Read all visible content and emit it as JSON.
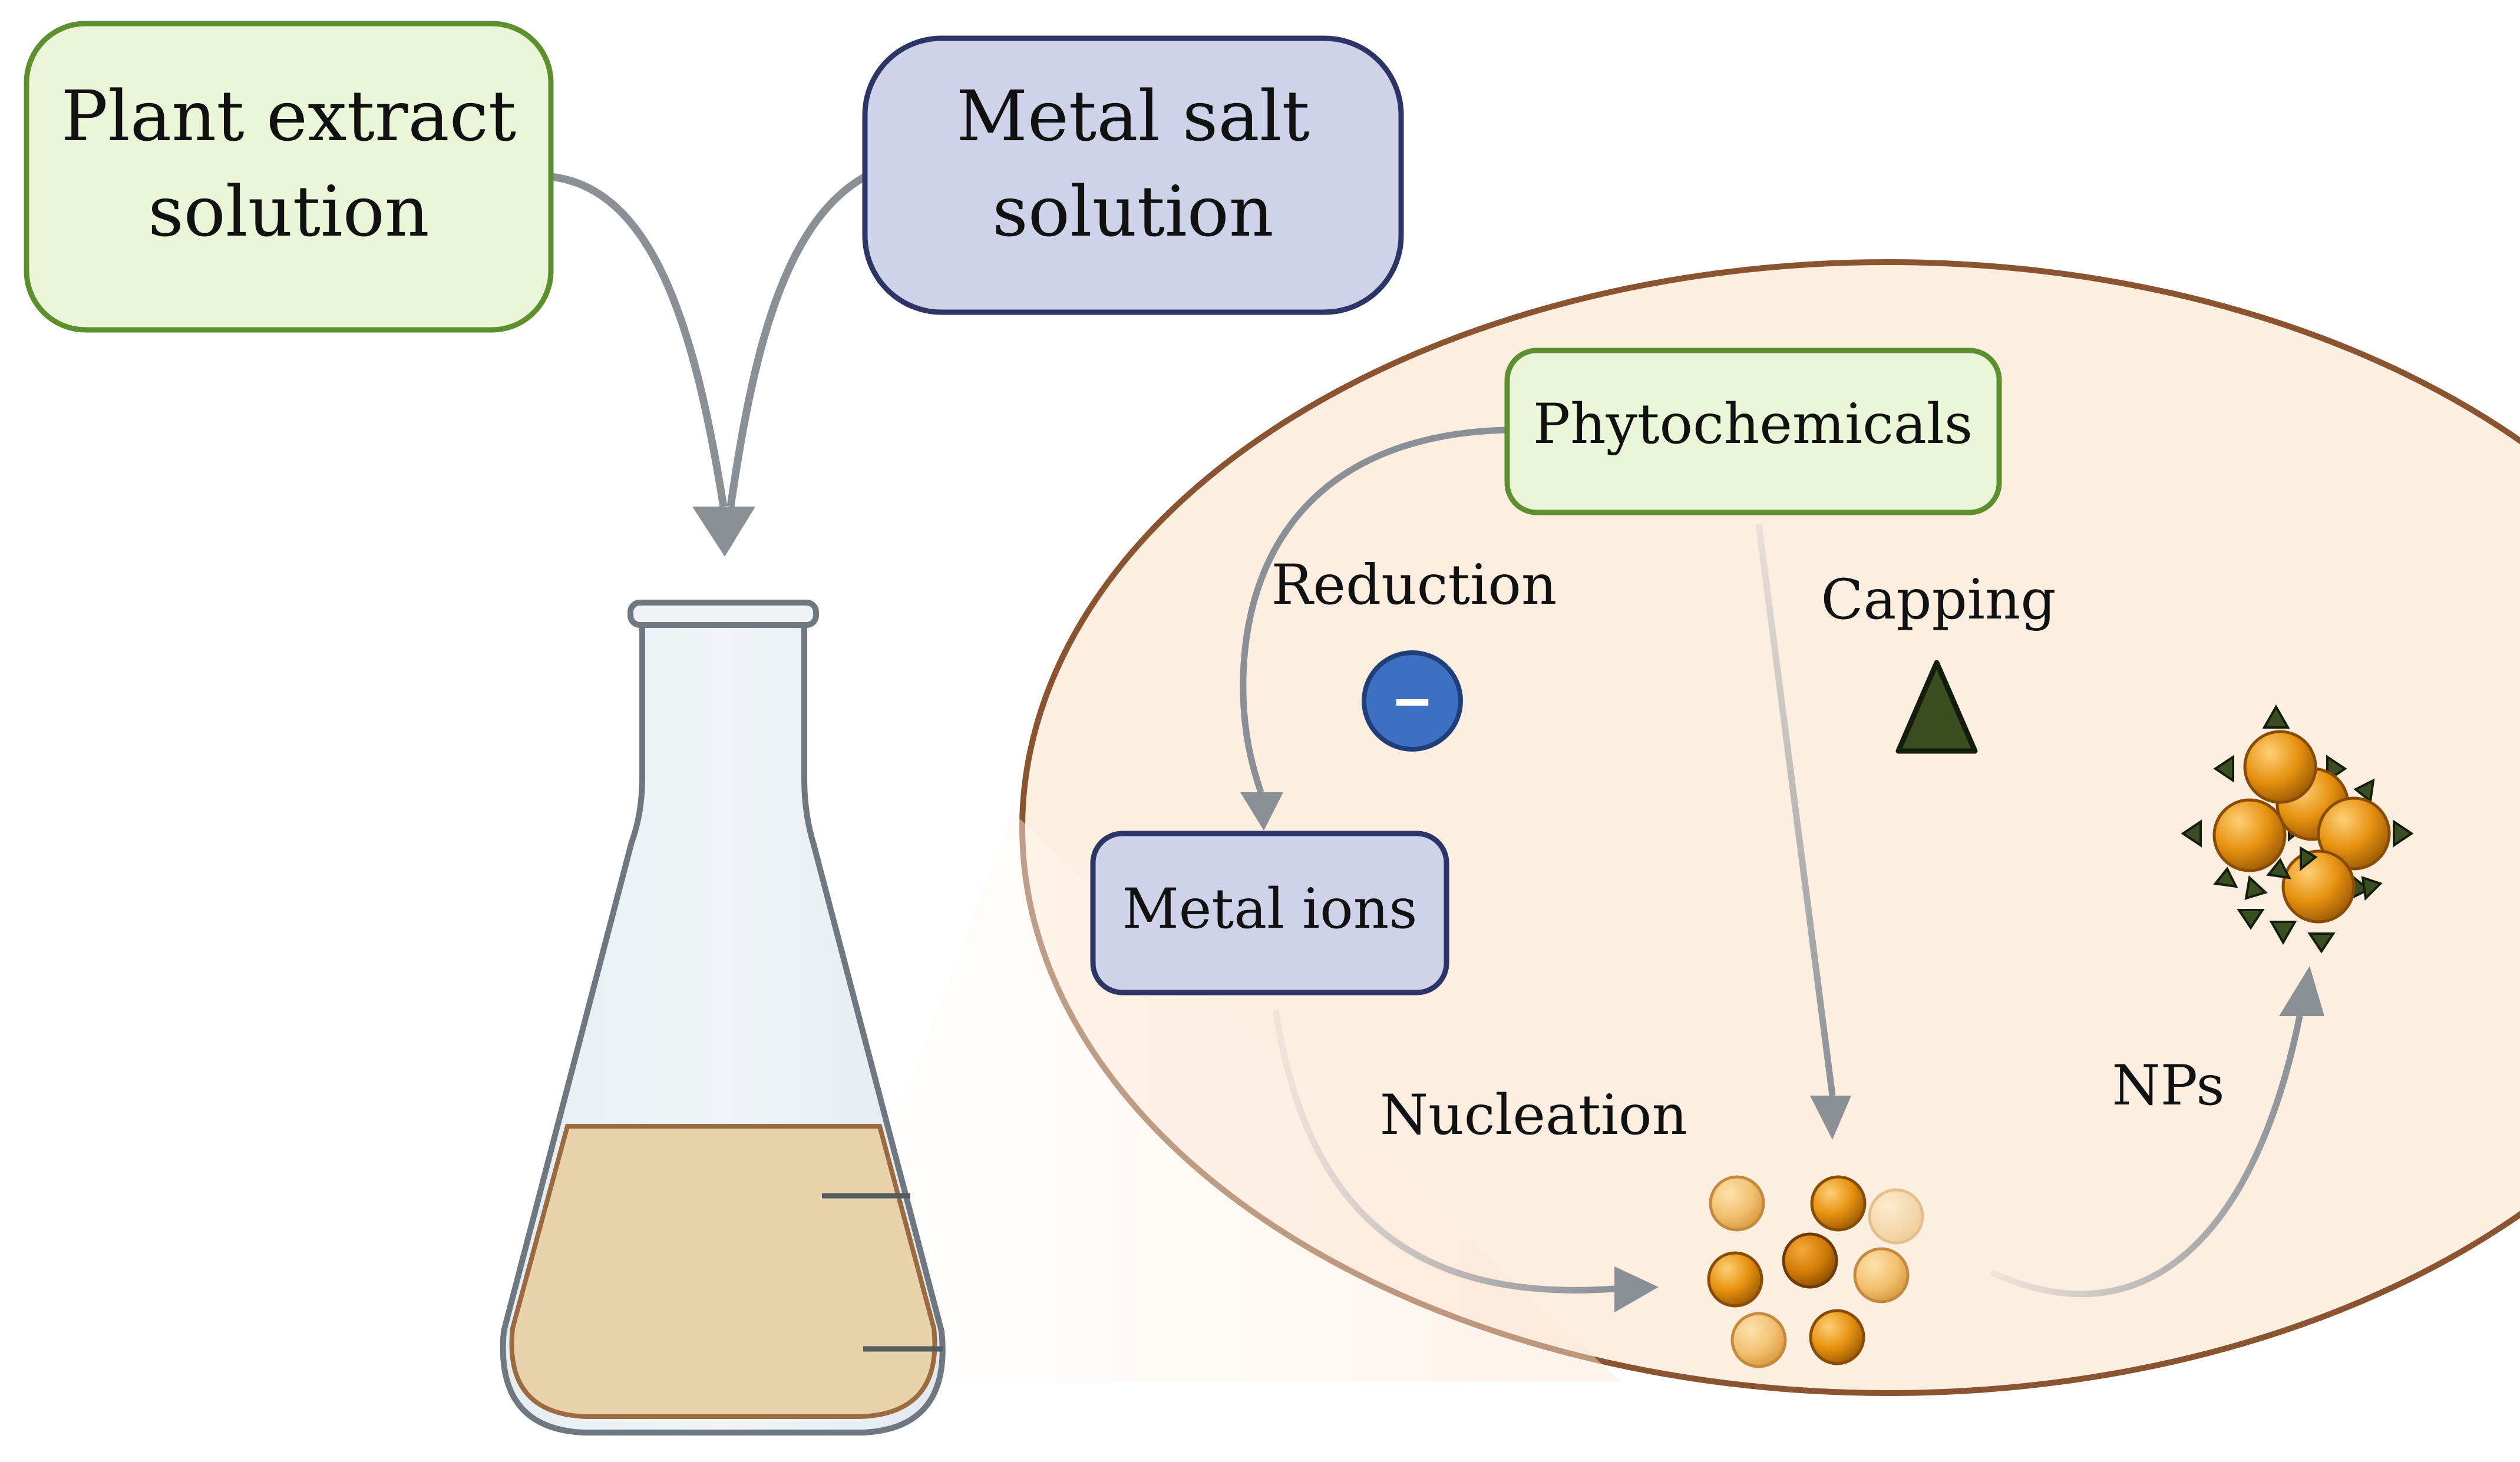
{
  "boxes": {
    "plant_extract": {
      "line1": "Plant extract",
      "line2": "solution"
    },
    "metal_salt": {
      "line1": "Metal salt",
      "line2": "solution"
    },
    "phytochemicals": "Phytochemicals",
    "metal_ions": "Metal ions"
  },
  "labels": {
    "reduction": "Reduction",
    "reduction_symbol": "–",
    "capping": "Capping",
    "nucleation": "Nucleation",
    "nps": "NPs"
  },
  "colors": {
    "green_fill": "#ebf5d7",
    "green_stroke": "#5e8f2f",
    "blue_fill": "#cfd3ea",
    "blue_stroke": "#2c3566",
    "ellipse_fill": "#fdeee2",
    "ellipse_stroke": "#8a5430",
    "arrow": "#8a9096",
    "particle": "#e0900c",
    "capping_agent": "#3a4e22"
  }
}
